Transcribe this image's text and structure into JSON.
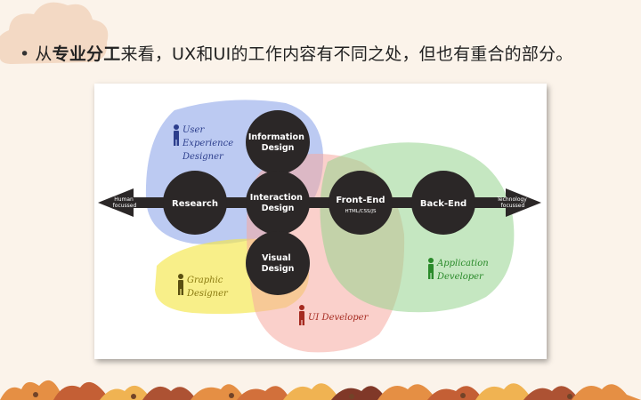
{
  "header": {
    "bullet": "•",
    "text_before": "从",
    "text_bold": "专业分工",
    "text_after": "来看，UX和UI的工作内容有不同之处，但也有重合的部分。"
  },
  "diagram": {
    "axis": {
      "left_label": [
        "Human",
        "focussed"
      ],
      "right_label": [
        "Technology",
        "focussed"
      ]
    },
    "nodes": {
      "research": [
        "Research"
      ],
      "information_design": [
        "Information",
        "Design"
      ],
      "interaction_design": [
        "Interaction",
        "Design"
      ],
      "visual_design": [
        "Visual",
        "Design"
      ],
      "front_end": [
        "Front-End"
      ],
      "front_end_sub": "HTML/CSS/JS",
      "back_end": [
        "Back-End"
      ]
    },
    "roles": {
      "ux_designer": [
        "User",
        "Experience",
        "Designer"
      ],
      "graphic_designer": [
        "Graphic",
        "Designer"
      ],
      "ui_developer": [
        "UI Developer"
      ],
      "application_developer": [
        "Application",
        "Developer"
      ]
    },
    "colors": {
      "ux_region": "#8fa7ea",
      "graphic_region": "#f4e64a",
      "ui_region": "#f6a9a0",
      "app_region": "#95d38e",
      "node_fill": "#2b2727",
      "ux_text": "#2c3e8c",
      "graphic_text": "#8a7a10",
      "ui_text": "#a52a20",
      "app_text": "#2a8a2a"
    }
  }
}
